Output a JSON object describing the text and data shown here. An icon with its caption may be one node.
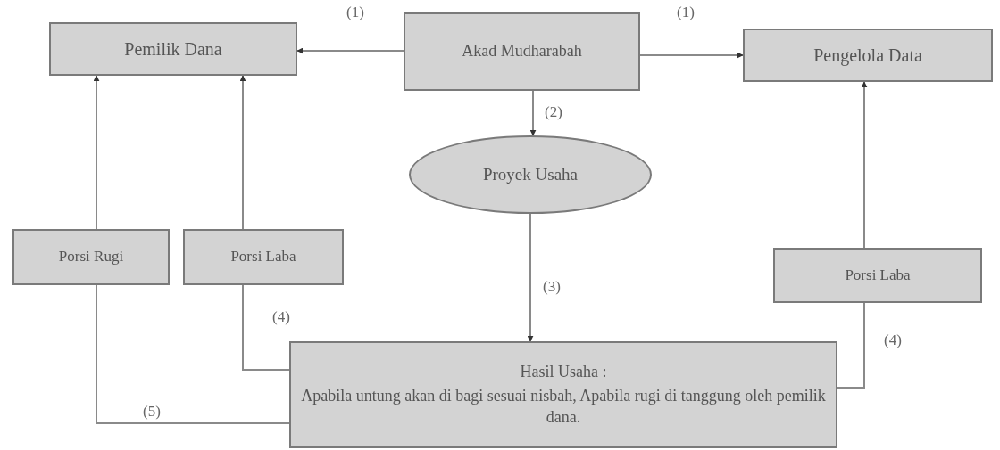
{
  "diagram": {
    "nodes": [
      {
        "text": [
          "Pemilik Dana"
        ]
      },
      {
        "text": [
          "Akad Mudharabah"
        ]
      },
      {
        "text": [
          "Pengelola Data"
        ]
      },
      {
        "text": [
          "Proyek Usaha"
        ]
      },
      {
        "text": [
          "Porsi Rugi"
        ]
      },
      {
        "text": [
          "Porsi Laba"
        ]
      },
      {
        "text": [
          "Porsi Laba"
        ]
      },
      {
        "text": [
          "Hasil Usaha :",
          "Apabila untung akan di bagi sesuai nisbah, Apabila rugi di tanggung oleh pemilik dana."
        ]
      }
    ],
    "edges": [
      {
        "from": 1,
        "to": 0,
        "arrow": "to",
        "label": "(1)"
      },
      {
        "from": 1,
        "to": 2,
        "arrow": "to",
        "label": "(1)"
      },
      {
        "from": 1,
        "to": 3,
        "arrow": "to",
        "label": "(2)"
      },
      {
        "from": 3,
        "to": 7,
        "arrow": "to",
        "label": "(3)"
      },
      {
        "from": 4,
        "to": 0,
        "arrow": "to"
      },
      {
        "from": 5,
        "to": 0,
        "arrow": "to"
      },
      {
        "from": 6,
        "to": 2,
        "arrow": "to"
      },
      {
        "from": 7,
        "to": 5,
        "arrow": "none",
        "label": "(4)"
      },
      {
        "from": 7,
        "to": 4,
        "arrow": "none",
        "label": "(5)"
      },
      {
        "from": 7,
        "to": 6,
        "arrow": "none",
        "label": "(4)"
      }
    ]
  }
}
